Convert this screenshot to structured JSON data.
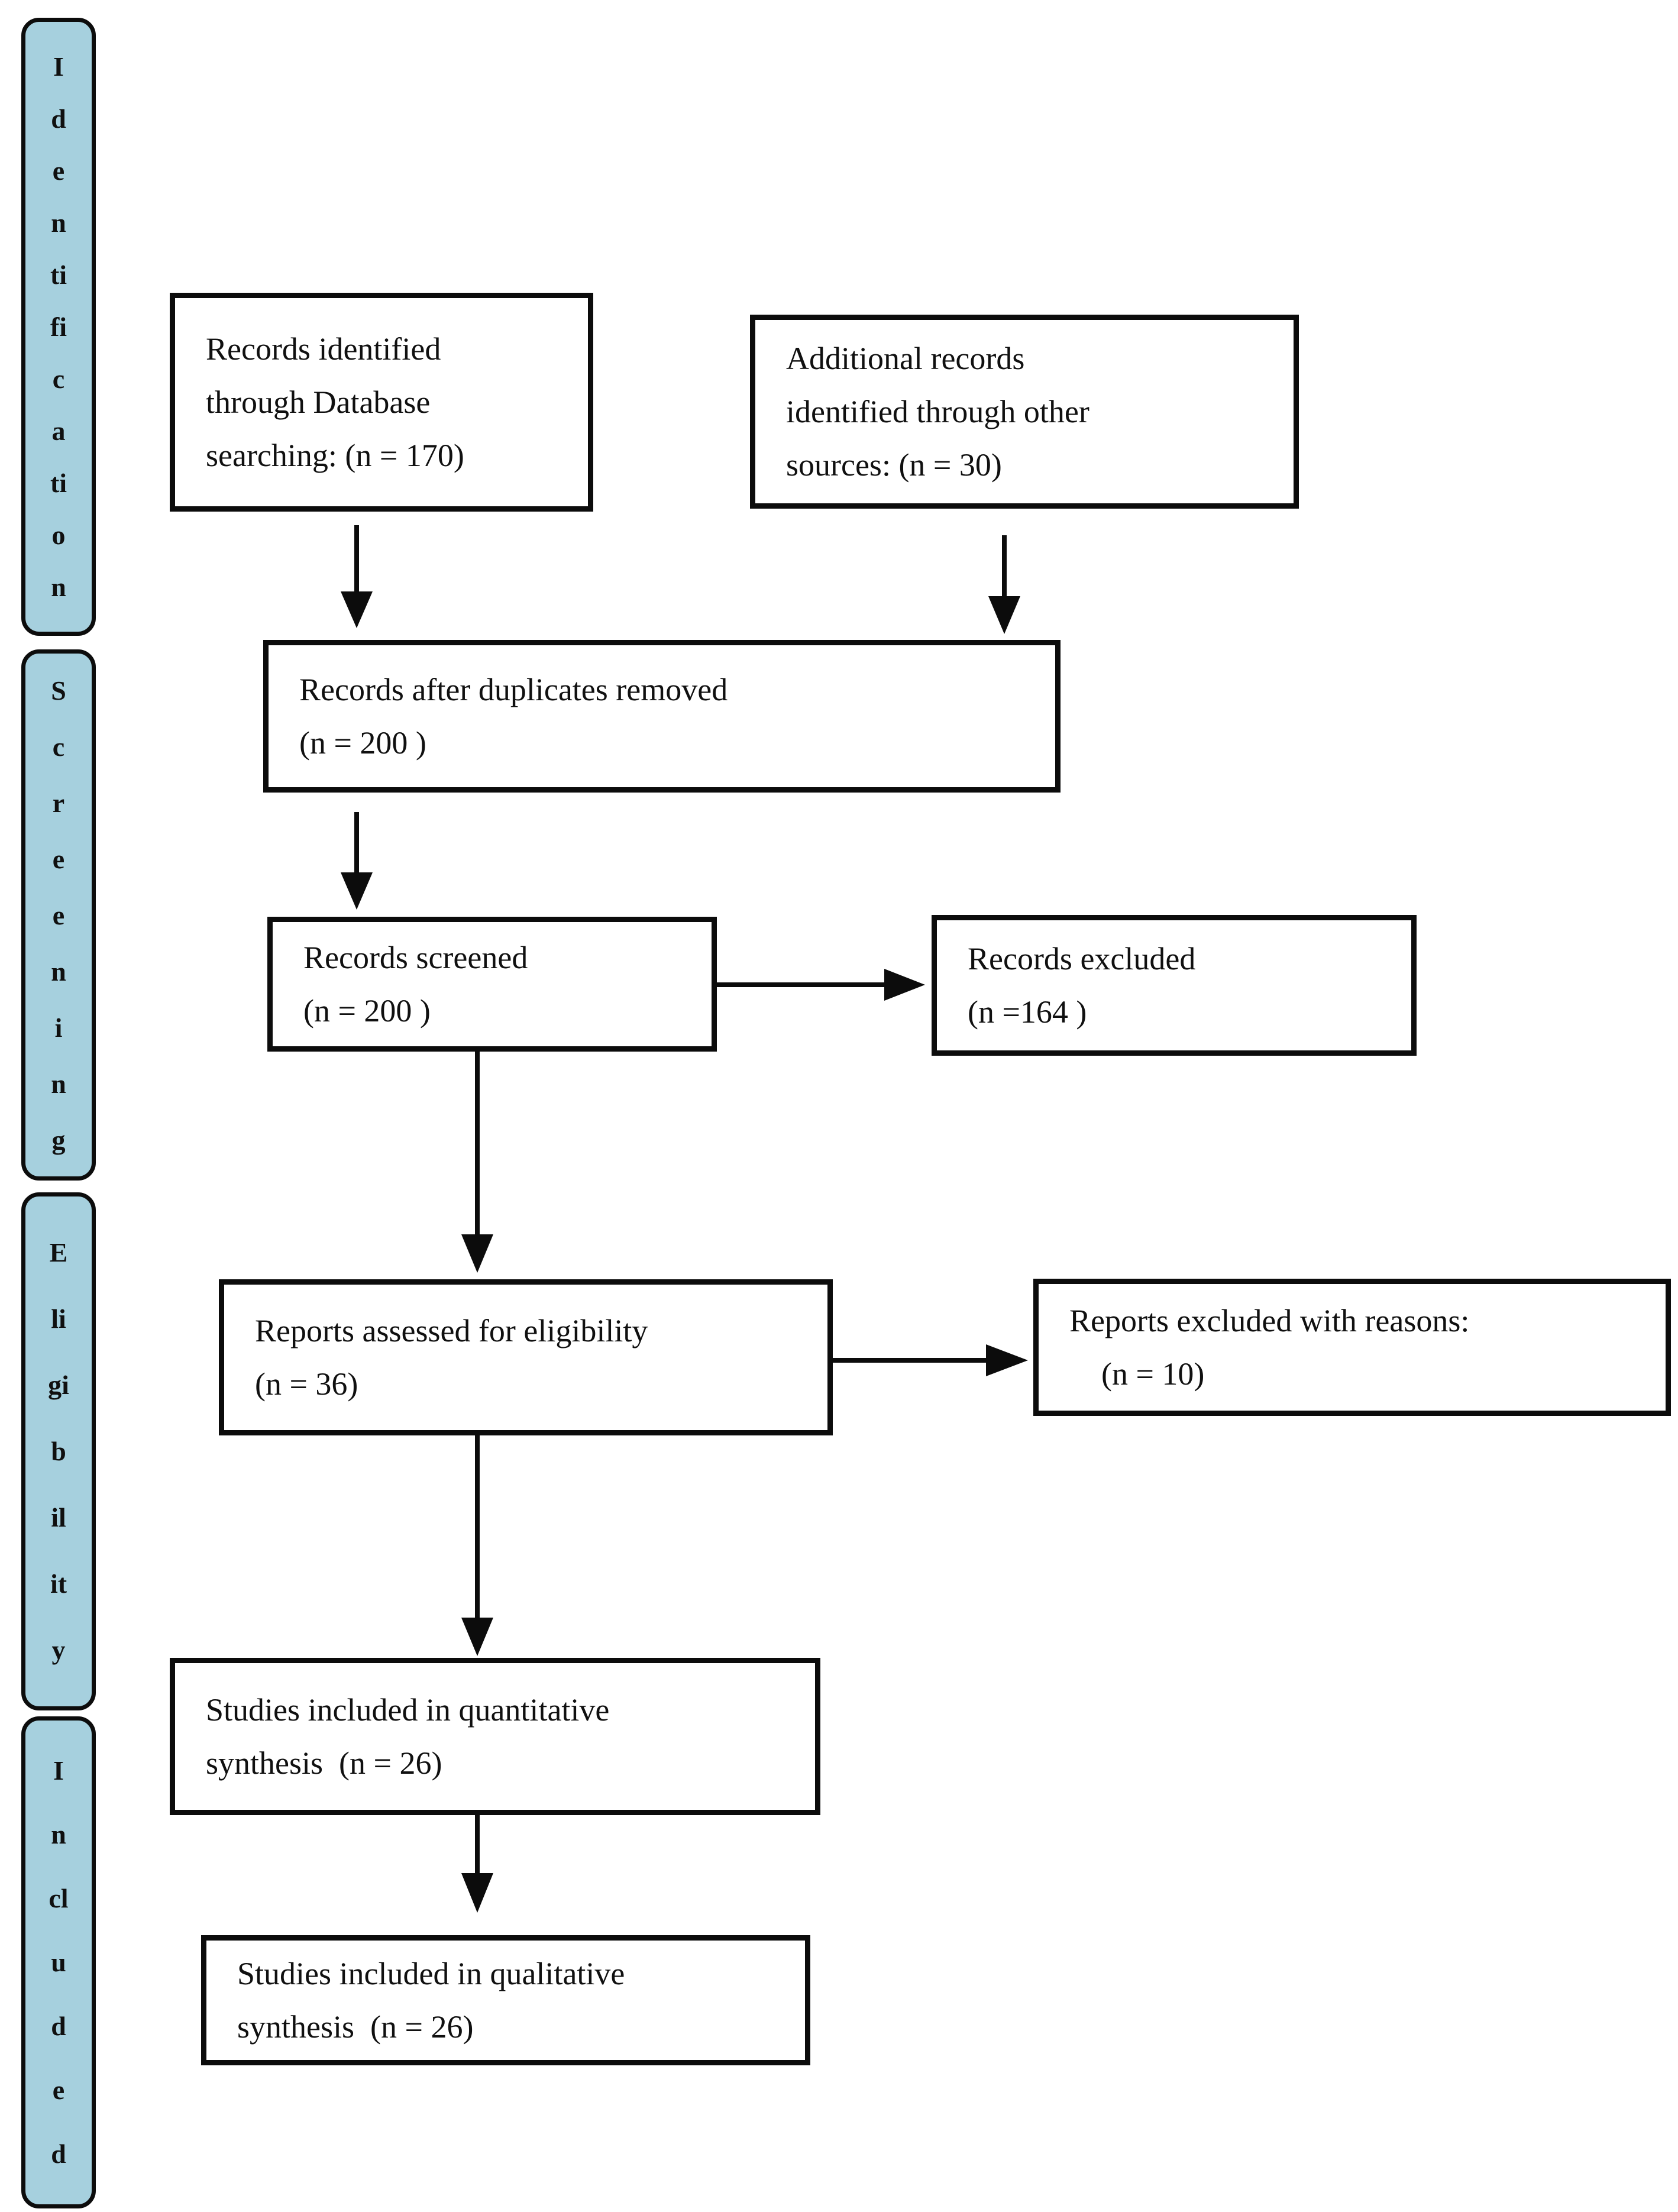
{
  "page": {
    "background_color": "#ffffff",
    "stage_fill_color": "#a6d0de",
    "line_color": "#0c0c0c"
  },
  "sidebar": {
    "stages": [
      {
        "label": "Identification",
        "letters": [
          "I",
          "d",
          "e",
          "n",
          "ti",
          "fi",
          "c",
          "a",
          "ti",
          "o",
          "n"
        ]
      },
      {
        "label": "Screening",
        "letters": [
          "S",
          "c",
          "r",
          "e",
          "e",
          "n",
          "i",
          "n",
          "g"
        ]
      },
      {
        "label": "Eligibility",
        "letters": [
          "E",
          "li",
          "gi",
          "b",
          "il",
          "it",
          "y"
        ]
      },
      {
        "label": "Included",
        "letters": [
          "I",
          "n",
          "cl",
          "u",
          "d",
          "e",
          "d"
        ]
      }
    ]
  },
  "flow": {
    "boxes": [
      {
        "name": "records-identified",
        "lines": [
          "Records identified",
          "through Database",
          "searching: (n = 170)"
        ]
      },
      {
        "name": "additional-records",
        "lines": [
          "Additional records",
          "identified through other",
          "sources: (n = 30)"
        ]
      },
      {
        "name": "duplicates-removed",
        "lines": [
          "Records after duplicates removed",
          "(n = 200 )"
        ]
      },
      {
        "name": "records-screened",
        "lines": [
          "Records screened",
          "(n = 200 )"
        ]
      },
      {
        "name": "records-excluded",
        "lines": [
          "Records excluded",
          "(n =164 )"
        ]
      },
      {
        "name": "reports-assessed",
        "lines": [
          "Reports assessed for eligibility",
          "(n = 36)"
        ]
      },
      {
        "name": "reports-excluded",
        "lines": [
          "Reports excluded with reasons:",
          "    (n = 10)"
        ]
      },
      {
        "name": "quantitative-synthesis",
        "lines": [
          "Studies included in quantitative",
          "synthesis  (n = 26)"
        ]
      },
      {
        "name": "qualitative-synthesis",
        "lines": [
          "Studies included in qualitative",
          "synthesis  (n = 26)"
        ]
      }
    ]
  }
}
